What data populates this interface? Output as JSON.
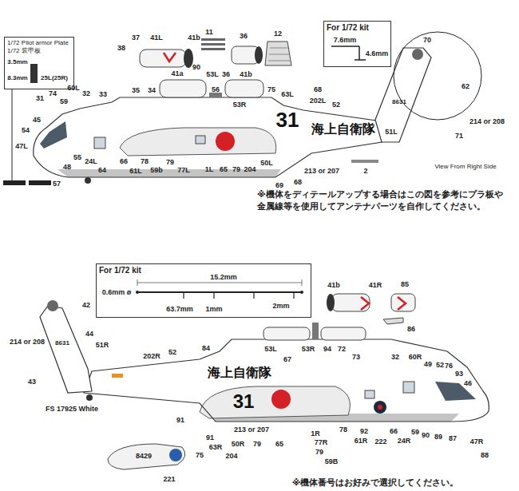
{
  "diagram": {
    "nodes": [
      {
        "text": [
          "1/72 Pilot armor Plate",
          "1/72 装甲板"
        ]
      },
      {
        "text": [
          "For 1/72 kit"
        ]
      },
      {
        "text": [
          "For 1/72 kit"
        ]
      }
    ],
    "labels": [
      "3.5mm",
      "8.3mm",
      "25L(25R)",
      "37",
      "41L",
      "41b",
      "38",
      "11",
      "36",
      "12",
      "36",
      "7.6mm",
      "4.6mm",
      "70",
      "62",
      "8631",
      "214 or 208",
      "51L",
      "71",
      "31",
      "74",
      "59",
      "60L",
      "32",
      "33",
      "35",
      "34",
      "41a",
      "90",
      "53L",
      "41b",
      "56",
      "53R",
      "75",
      "63L",
      "68",
      "202L",
      "52",
      "45",
      "54",
      "47L",
      "57",
      "48",
      "55",
      "24L",
      "64",
      "66",
      "61L",
      "78",
      "59b",
      "79",
      "77L",
      "1L",
      "65",
      "79",
      "204",
      "50L",
      "69",
      "68",
      "213 or 207",
      "31",
      "海上自衛隊",
      "2",
      "View From Right Side",
      "※機体をディテールアップする場合はこの図を参考にプラ板や 金属線等を使用してアンテナパーツを自作してください。",
      "15.2mm",
      "0.6mm ø",
      "63.7mm",
      "1mm",
      "2mm",
      "41b",
      "41R",
      "85",
      "86",
      "42",
      "214 or 208",
      "8631",
      "44",
      "51R",
      "43",
      "FS 17925 White",
      "202R",
      "52",
      "84",
      "53L",
      "67",
      "53R",
      "94",
      "72",
      "73",
      "32",
      "60R",
      "49",
      "52",
      "76",
      "93",
      "46",
      "海上自衛隊",
      "31",
      "91",
      "91",
      "213 or 207",
      "63R",
      "75",
      "50R",
      "79",
      "65",
      "204",
      "1R",
      "77R",
      "79",
      "59B",
      "92",
      "61R",
      "78",
      "222",
      "66",
      "24R",
      "59",
      "90",
      "89",
      "87",
      "47R",
      "88",
      "8429",
      "221",
      "※機体番号はお好みで選択してください。"
    ]
  }
}
